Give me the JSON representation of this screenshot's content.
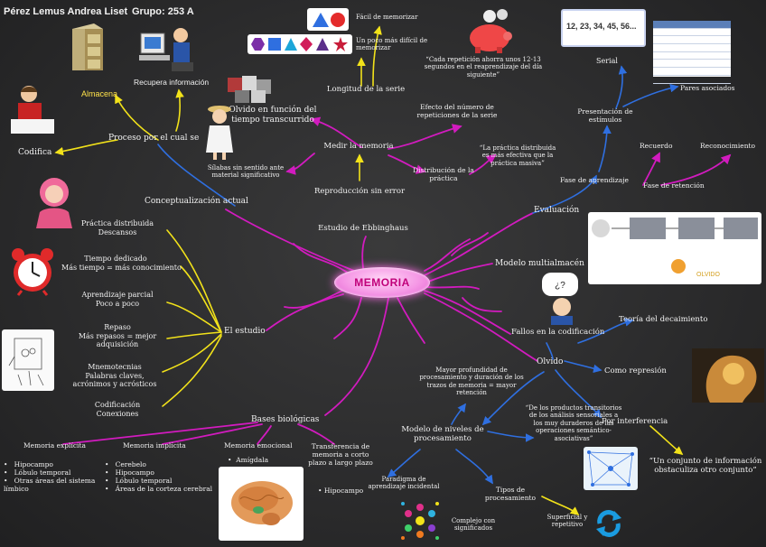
{
  "header": {
    "author": "Pérez Lemus Andrea Liset",
    "group": "Grupo: 253 A"
  },
  "center": "MEMORIA",
  "branches": {
    "ebbinghaus": {
      "label": "Estudio de Ebbinghaus",
      "reproduccion": "Reproducción sin error",
      "medir": "Medir la memoria",
      "longitud": "Longitud de la serie",
      "facil": "Fácil de memorizar",
      "dificil": "Un poco más difícil de memorizar",
      "olvido_tiempo": "Olvido en función del tiempo transcurrido",
      "silabas": "Sílabas sin sentido ante material significativo",
      "efecto": "Efecto del número de repeticiones de la serie",
      "cita_ahorro": "“Cada repetición ahorra unos 12-13 segundos en el reaprendizaje del día siguiente”",
      "distribucion": "Distribución de la práctica",
      "cita_practica": "“La práctica distribuida es más efectiva que la práctica masiva”"
    },
    "conceptualizacion": {
      "label": "Conceptualización actual",
      "proceso": "Proceso por el cual se",
      "almacena": "Almacena",
      "recupera": "Recupera información",
      "codifica": "Codifica"
    },
    "estudio": {
      "label": "El estudio",
      "items": [
        [
          "Práctica distribuida",
          "Descansos"
        ],
        [
          "Tiempo dedicado",
          "Más tiempo = más conocimiento"
        ],
        [
          "Aprendizaje parcial",
          "Poco a poco"
        ],
        [
          "Repaso",
          "Más repasos = mejor adquisición"
        ],
        [
          "Mnemotecnias",
          "Palabras claves, acrónimos y acrósticos"
        ],
        [
          "Codificación",
          "Conexiones"
        ]
      ]
    },
    "bases": {
      "label": "Bases biológicas",
      "explicita": {
        "title": "Memoria explícita",
        "items": [
          "Hipocampo",
          "Lóbulo temporal",
          "Otras áreas del sistema límbico"
        ]
      },
      "implicita": {
        "title": "Memoria implícita",
        "items": [
          "Cerebelo",
          "Hipocampo",
          "Lóbulo temporal",
          "Áreas de la corteza cerebral"
        ]
      },
      "emocional": {
        "title": "Memoria emocional",
        "items": [
          "Amígdala"
        ]
      },
      "transferencia": {
        "title": "Transferencia de memoria a corto plazo a largo plazo",
        "items": [
          "Hipocampo"
        ]
      }
    },
    "evaluacion": {
      "label": "Evaluación",
      "aprendizaje": "Fase de aprendizaje",
      "presentacion": "Presentación de estímulos",
      "serial": "Serial",
      "pares": "Pares asociados",
      "retencion": "Fase de retención",
      "recuerdo": "Recuerdo",
      "reconocimiento": "Reconocimiento",
      "seq_text": "12, 23, 34, 45, 56..."
    },
    "multialmacen": {
      "label": "Modelo multialmacén",
      "olvido_text": "OLVIDO"
    },
    "olvido": {
      "label": "Olvido",
      "fallos": "Fallos en la codificación",
      "decaimiento": "Teoría del decaimiento",
      "represion": "Como represión",
      "interferencia": "Por interferencia",
      "cita": "“Un conjunto de información obstaculiza otro conjunto”"
    },
    "niveles": {
      "label": "Modelo de niveles de procesamiento",
      "profundidad": "Mayor profundidad de procesamiento y duración de los trazos de memoria = mayor retención",
      "productos": "“De los productos transitorios de los análisis sensoriales a los muy duraderos de las operaciones semántico-asociativas”",
      "paradigma": "Paradigma de aprendizaje incidental",
      "tipos": "Tipos de procesamiento",
      "complejo": "Complejo con significados",
      "superficial": "Superficial y repetitivo"
    }
  },
  "colors": {
    "magenta": "#d21bbf",
    "blue": "#2f6fe0",
    "yellow": "#f2e21a",
    "board": "#2a2a2b"
  }
}
